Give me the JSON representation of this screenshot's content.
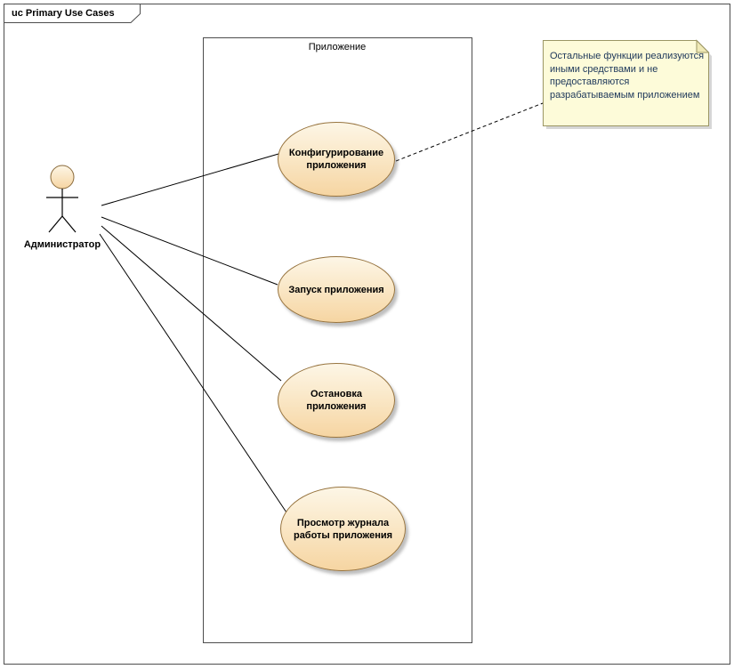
{
  "frame": {
    "label": "uc Primary Use Cases"
  },
  "system_boundary": {
    "label": "Приложение"
  },
  "actor": {
    "label": "Администратор"
  },
  "use_cases": [
    {
      "label": "Конфигурирование приложения"
    },
    {
      "label": "Запуск приложения"
    },
    {
      "label": "Остановка приложения"
    },
    {
      "label": "Просмотр журнала работы приложения"
    }
  ],
  "note": {
    "lines": [
      "Остальные функции реализуются",
      "иными средствами и не",
      "предоставляются",
      "разрабатываемым приложением"
    ]
  },
  "colors": {
    "usecase_fill_top": "#fdf6e6",
    "usecase_fill_bottom": "#f6d5a2",
    "usecase_border": "#97743f",
    "note_fill": "#fdfbd9",
    "note_fold": "#efe9b6",
    "note_border": "#9b9664",
    "note_text": "#203a5c",
    "connector": "#000000",
    "frame_border": "#4d4d4d"
  }
}
